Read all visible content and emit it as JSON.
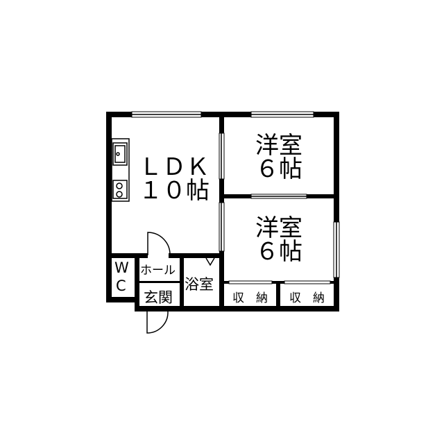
{
  "rooms": {
    "ldk": {
      "name": "ＬＤＫ",
      "size": "１０帖"
    },
    "western1": {
      "name": "洋室",
      "size": "６帖"
    },
    "western2": {
      "name": "洋室",
      "size": "６帖"
    },
    "wc": {
      "line1": "W",
      "line2": "C"
    },
    "hall": {
      "name": "ホール"
    },
    "entrance": {
      "name": "玄関"
    },
    "bath": {
      "name": "浴室"
    },
    "storage1": {
      "name": "収　納"
    },
    "storage2": {
      "name": "収　納"
    }
  },
  "colors": {
    "wall": "#000000",
    "background": "#ffffff"
  }
}
